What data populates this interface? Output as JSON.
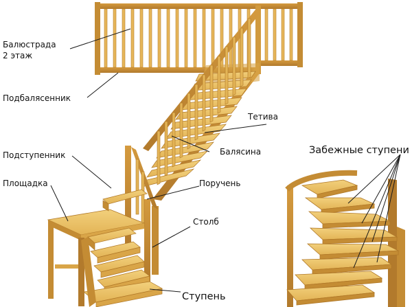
{
  "labels": {
    "balustrade_line1": "Балюстрада",
    "balustrade_line2": "2 этаж",
    "subbaluster": "Подбалясенник",
    "stringer": "Тетива",
    "baluster": "Балясина",
    "riser": "Подступенник",
    "landing": "Площадка",
    "handrail": "Поручень",
    "post": "Столб",
    "step": "Ступень",
    "winder_steps": "Забежные ступени"
  },
  "colors": {
    "wood_light": "#f1cf7a",
    "wood_mid": "#e2b252",
    "wood_dark": "#c48c34",
    "wood_shadow": "#a36f25",
    "ink": "#111111"
  },
  "icons": {
    "main": "wooden-stair-illustration",
    "winder": "winder-stair-illustration"
  }
}
